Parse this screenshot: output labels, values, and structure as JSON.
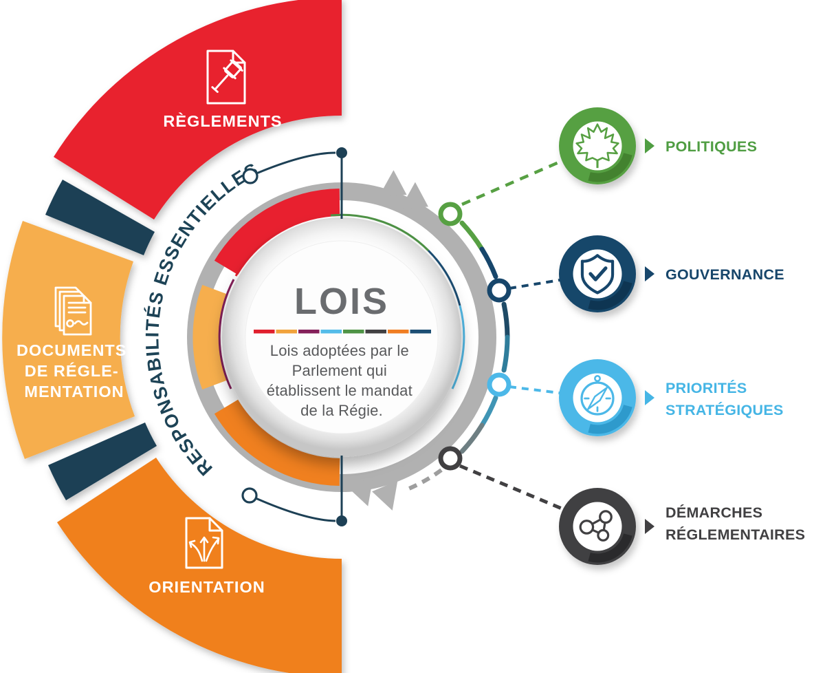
{
  "center": {
    "title": "LOIS",
    "title_color": "#6A6C6F",
    "text_color": "#58595B",
    "description_lines": [
      "Lois adoptées par le",
      "Parlement qui",
      "établissent le mandat",
      "de la Régie."
    ],
    "divider_colors": [
      "#E01F2D",
      "#F1A23B",
      "#84205A",
      "#54BCE9",
      "#4E9345",
      "#414042",
      "#F07D22",
      "#1C4E74"
    ]
  },
  "arc_band": {
    "label": "RESPONSABILITÉS ESSENTIELLES",
    "color": "#1D4356"
  },
  "core_segments": [
    {
      "id": "reglements",
      "label_lines": [
        "RÈGLEMENTS"
      ],
      "color": "#E8202F",
      "icon": "gavel-document-icon"
    },
    {
      "id": "documents",
      "label_lines": [
        "DOCUMENTS",
        "DE RÉGLE-",
        "MENTATION"
      ],
      "color": "#F6AE4D",
      "icon": "stacked-documents-icon"
    },
    {
      "id": "orientation",
      "label_lines": [
        "ORIENTATION"
      ],
      "color": "#F0801F",
      "icon": "branching-arrows-document-icon"
    }
  ],
  "outputs": [
    {
      "id": "politiques",
      "label_lines": [
        "POLITIQUES"
      ],
      "color": "#4F9D42",
      "ring_color": "#57A043",
      "icon": "maple-leaf-icon"
    },
    {
      "id": "gouvernance",
      "label_lines": [
        "GOUVERNANCE"
      ],
      "color": "#17466B",
      "ring_color": "#17466B",
      "icon": "shield-check-icon"
    },
    {
      "id": "priorites",
      "label_lines": [
        "PRIORITÉS",
        "STRATÉGIQUES"
      ],
      "color": "#45B5E5",
      "ring_color": "#4CB8E8",
      "icon": "compass-icon"
    },
    {
      "id": "demarches",
      "label_lines": [
        "DÉMARCHES",
        "RÉGLEMENTAIRES"
      ],
      "color": "#414042",
      "ring_color": "#414042",
      "icon": "network-nodes-icon"
    }
  ],
  "connector_color": "#1D4055",
  "flow_color": "#B1B1B1"
}
